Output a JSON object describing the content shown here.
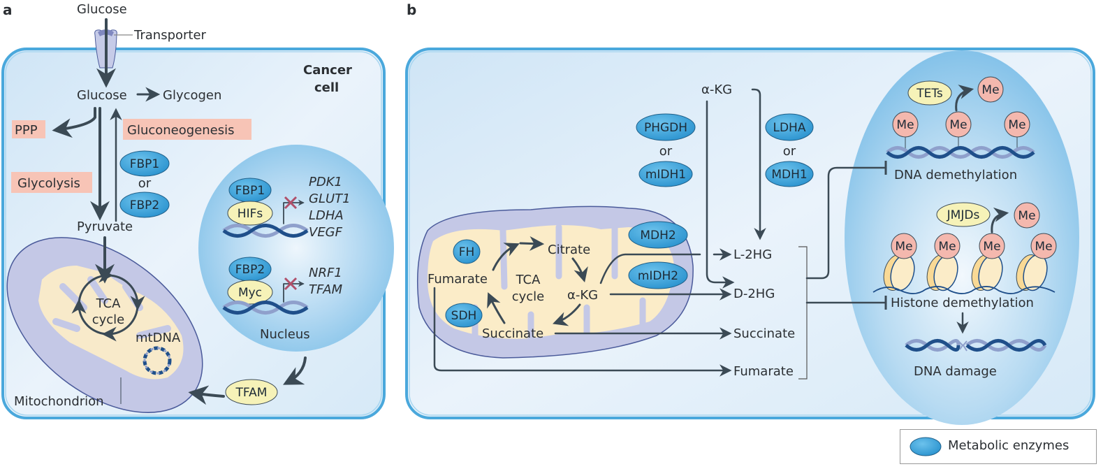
{
  "panel_a": {
    "letter": "a",
    "cell_label_line1": "Cancer",
    "cell_label_line2": "cell",
    "glucose_outside": "Glucose",
    "transporter": "Transporter",
    "glucose_inside": "Glucose",
    "glycogen": "Glycogen",
    "ppp": "PPP",
    "gluconeogenesis": "Gluconeogenesis",
    "glycolysis": "Glycolysis",
    "fbp1": "FBP1",
    "or": "or",
    "fbp2": "FBP2",
    "pyruvate": "Pyruvate",
    "tca_line1": "TCA",
    "tca_line2": "cycle",
    "mtdna": "mtDNA",
    "mitochondrion": "Mitochondrion",
    "tfam": "TFAM",
    "nucleus": {
      "label": "Nucleus",
      "complex1_enzyme": "FBP1",
      "complex1_factor": "HIFs",
      "complex1_targets": [
        "PDK1",
        "GLUT1",
        "LDHA",
        "VEGF"
      ],
      "complex2_enzyme": "FBP2",
      "complex2_factor": "Myc",
      "complex2_targets": [
        "NRF1",
        "TFAM"
      ]
    }
  },
  "panel_b": {
    "letter": "b",
    "akg_top": "α-KG",
    "phgdh": "PHGDH",
    "or1": "or",
    "midh1": "mIDH1",
    "ldha": "LDHA",
    "or2": "or",
    "mdh1": "MDH1",
    "mito": {
      "fh": "FH",
      "fumarate": "Fumarate",
      "citrate": "Citrate",
      "tca_line1": "TCA",
      "tca_line2": "cycle",
      "akg": "α-KG",
      "sdh": "SDH",
      "succinate": "Succinate",
      "mdh2": "MDH2",
      "midh2": "mIDH2"
    },
    "products": {
      "l2hg": "L-2HG",
      "d2hg": "D-2HG",
      "succinate": "Succinate",
      "fumarate": "Fumarate"
    },
    "nucleus": {
      "tets": "TETs",
      "me": "Me",
      "dna_demethylation": "DNA demethylation",
      "jmjds": "JMJDs",
      "histone_demethylation": "Histone demethylation",
      "dna_damage": "DNA damage"
    }
  },
  "legend": {
    "label": "Metabolic enzymes"
  },
  "colors": {
    "cell_fill": "#dcecf8",
    "cell_border": "#4aa8dc",
    "enzyme_fill": "#3ea4d9",
    "factor_fill": "#f6f2b8",
    "methyl_fill": "#f4b8ae",
    "process_fill": "#f7c4b6",
    "mito_outer": "#c4c8e6",
    "mito_inner": "#fbecc8",
    "nucleus_fill": "#8cc6ea",
    "arrow": "#3b4a55",
    "inhibit_x": "#b0506a"
  }
}
